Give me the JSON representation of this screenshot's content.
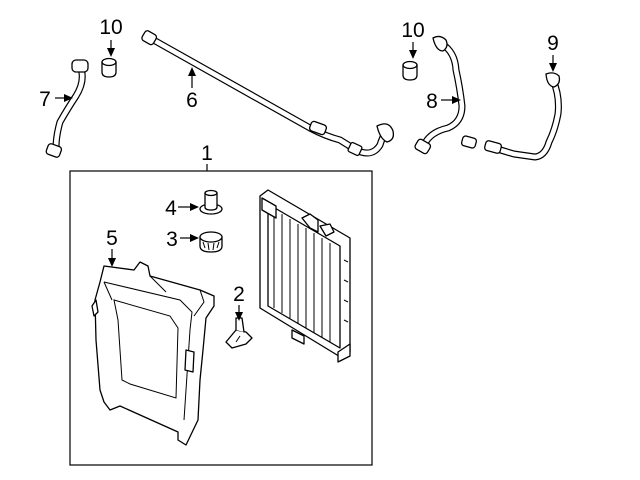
{
  "diagram": {
    "callouts": [
      {
        "id": "1",
        "label": "1"
      },
      {
        "id": "2",
        "label": "2"
      },
      {
        "id": "3",
        "label": "3"
      },
      {
        "id": "4",
        "label": "4"
      },
      {
        "id": "5",
        "label": "5"
      },
      {
        "id": "6",
        "label": "6"
      },
      {
        "id": "7",
        "label": "7"
      },
      {
        "id": "8",
        "label": "8"
      },
      {
        "id": "9",
        "label": "9"
      },
      {
        "id": "10a",
        "label": "10"
      },
      {
        "id": "10b",
        "label": "10"
      }
    ]
  }
}
